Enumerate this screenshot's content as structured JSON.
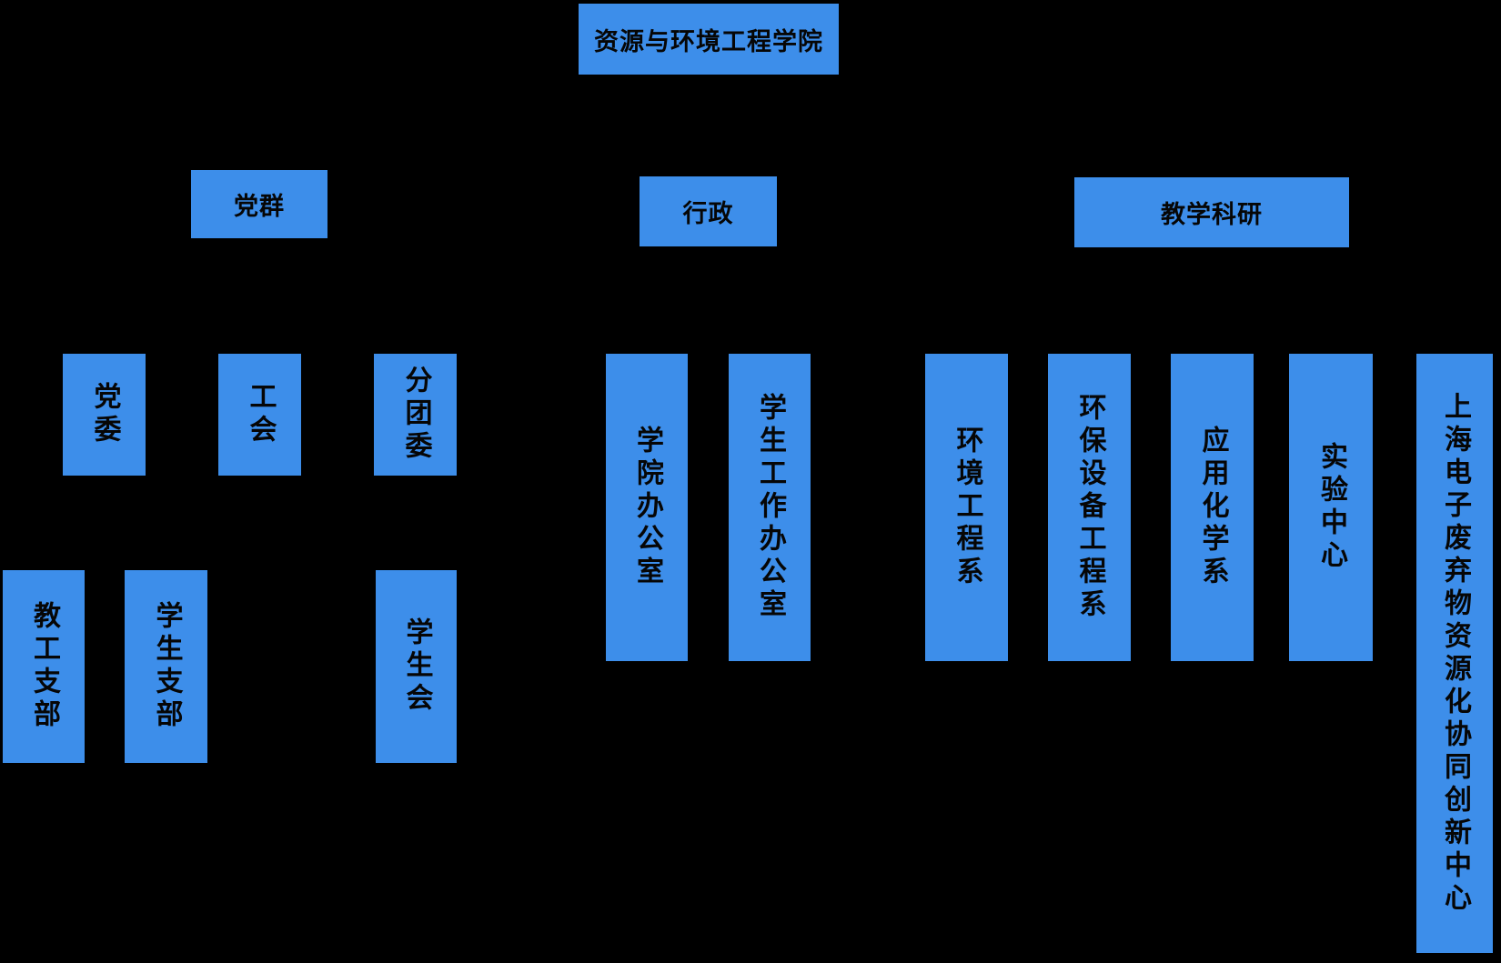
{
  "colors": {
    "background": "#000000",
    "node_fill": "#3d8eea",
    "node_text": "#060606"
  },
  "org": {
    "root": {
      "label": "资源与环境工程学院"
    },
    "groups": [
      {
        "key": "party-mass",
        "label": "党群",
        "children": [
          {
            "key": "party-committee",
            "label": "党委"
          },
          {
            "key": "labor-union",
            "label": "工会"
          },
          {
            "key": "youth-league-committee",
            "label": "分团委"
          }
        ],
        "subchildren": [
          {
            "key": "staff-party-branch",
            "label": "教工支部"
          },
          {
            "key": "student-party-branch",
            "label": "学生支部"
          },
          {
            "key": "student-union",
            "label": "学生会"
          }
        ]
      },
      {
        "key": "administration",
        "label": "行政",
        "children": [
          {
            "key": "college-office",
            "label": "学院办公室"
          },
          {
            "key": "student-affairs-office",
            "label": "学生工作办公室"
          }
        ]
      },
      {
        "key": "teaching-research",
        "label": "教学科研",
        "children": [
          {
            "key": "environmental-engineering-dept",
            "label": "环境工程系"
          },
          {
            "key": "environmental-protection-equipment-engineering-dept",
            "label": "环保设备工程系"
          },
          {
            "key": "applied-chemistry-dept",
            "label": "应用化学系"
          },
          {
            "key": "experiment-center",
            "label": "实验中心"
          },
          {
            "key": "shanghai-ewaste-resource-collaborative-innovation-center",
            "label": "上海电子废弃物资源化协同创新中心"
          }
        ]
      }
    ]
  }
}
